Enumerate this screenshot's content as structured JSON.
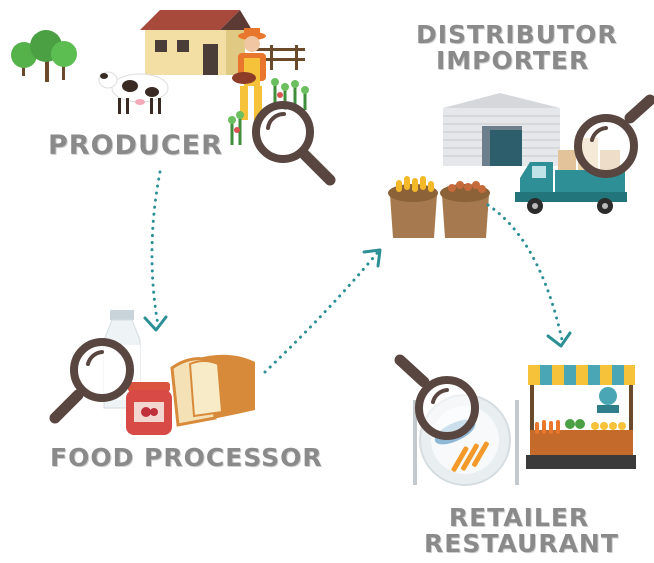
{
  "stages": {
    "producer": {
      "label": "PRODUCER"
    },
    "distributor": {
      "line1": "DISTRIBUTOR",
      "line2": "IMPORTER"
    },
    "food_processor": {
      "label": "FOOD PROCESSOR"
    },
    "retailer": {
      "line1": "RETAILER",
      "line2": "RESTAURANT"
    }
  },
  "colors": {
    "arrow": "#2d8f96",
    "magnifier": "#5a4640",
    "label": "#8a8a8a"
  }
}
